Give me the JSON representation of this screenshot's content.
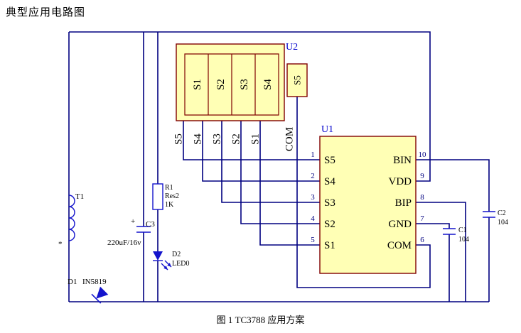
{
  "page": {
    "title": "典型应用电路图",
    "caption": "图 1 TC3788 应用方案"
  },
  "colors": {
    "wire": "#000080",
    "symbol": "#1414CC",
    "component_fill": "#FFFFB5",
    "component_border": "#800000",
    "designator_text": "#0000CC",
    "pin_number_text": "#000080",
    "label_text": "#000000",
    "background": "#FFFFFF"
  },
  "u2": {
    "designator": "U2",
    "keys": [
      "S1",
      "S2",
      "S3",
      "S4"
    ],
    "key5": "S5",
    "terminals": [
      "S5",
      "S4",
      "S3",
      "S2",
      "S1",
      "COM"
    ]
  },
  "u1": {
    "designator": "U1",
    "left_pins": [
      {
        "num": "1",
        "name": "S5"
      },
      {
        "num": "2",
        "name": "S4"
      },
      {
        "num": "3",
        "name": "S3"
      },
      {
        "num": "4",
        "name": "S2"
      },
      {
        "num": "5",
        "name": "S1"
      }
    ],
    "right_pins": [
      {
        "num": "10",
        "name": "BIN"
      },
      {
        "num": "9",
        "name": "VDD"
      },
      {
        "num": "8",
        "name": "BIP"
      },
      {
        "num": "7",
        "name": "GND"
      },
      {
        "num": "6",
        "name": "COM"
      }
    ]
  },
  "t1": {
    "designator": "T1",
    "polarity": "*"
  },
  "d1": {
    "designator": "D1",
    "part": "IN5819"
  },
  "c3": {
    "designator": "C3",
    "polarity": "+",
    "value": "220uF/16v"
  },
  "r1": {
    "designator": "R1",
    "comment": "Res2",
    "value": "1K"
  },
  "d2": {
    "designator": "D2",
    "part": "LED0"
  },
  "c1": {
    "designator": "C1",
    "value": "104"
  },
  "c2": {
    "designator": "C2",
    "value": "104"
  }
}
